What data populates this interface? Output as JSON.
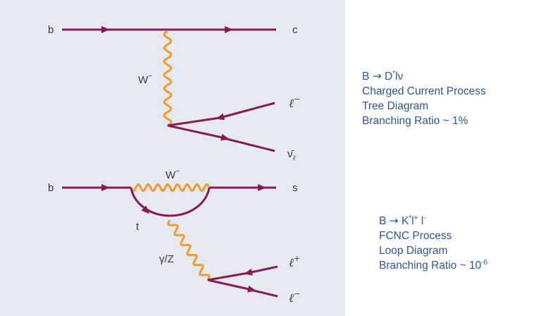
{
  "colors": {
    "fermion": "#8b1a52",
    "boson": "#f39a2c",
    "panel_bg": "#e4e9f2",
    "caption_text": "#2f5597"
  },
  "diagram1": {
    "incoming_quark": "b",
    "outgoing_quark": "c",
    "boson": "W",
    "boson_charge": "−",
    "lepton": "ℓ",
    "lepton_charge": "−",
    "neutrino": "ν̄",
    "neutrino_sub": "ℓ"
  },
  "diagram2": {
    "incoming_quark": "b",
    "outgoing_quark": "s",
    "loop_boson": "W",
    "loop_boson_charge": "−",
    "loop_quark": "t",
    "neutral_boson": "γ/Z",
    "lepton_plus": "ℓ",
    "lepton_plus_charge": "+",
    "lepton_minus": "ℓ",
    "lepton_minus_charge": "−"
  },
  "caption1": {
    "decay": {
      "parent": "B",
      "arrow": "→",
      "meson": "D",
      "meson_sup": "*",
      "leptons": "lν"
    },
    "line2": "Charged Current Process",
    "line3": "Tree Diagram",
    "line4": "Branching Ratio ~ 1%"
  },
  "caption2": {
    "decay": {
      "parent": "B",
      "arrow": "→",
      "meson": "K",
      "meson_sup": "*",
      "lepton1": "l",
      "lepton1_sup": "+",
      "lepton2": "l",
      "lepton2_sup": "-"
    },
    "line2": "FCNC Process",
    "line3": "Loop Diagram",
    "line4_base": "Branching Ratio ~ 10",
    "line4_exp": "-6"
  }
}
